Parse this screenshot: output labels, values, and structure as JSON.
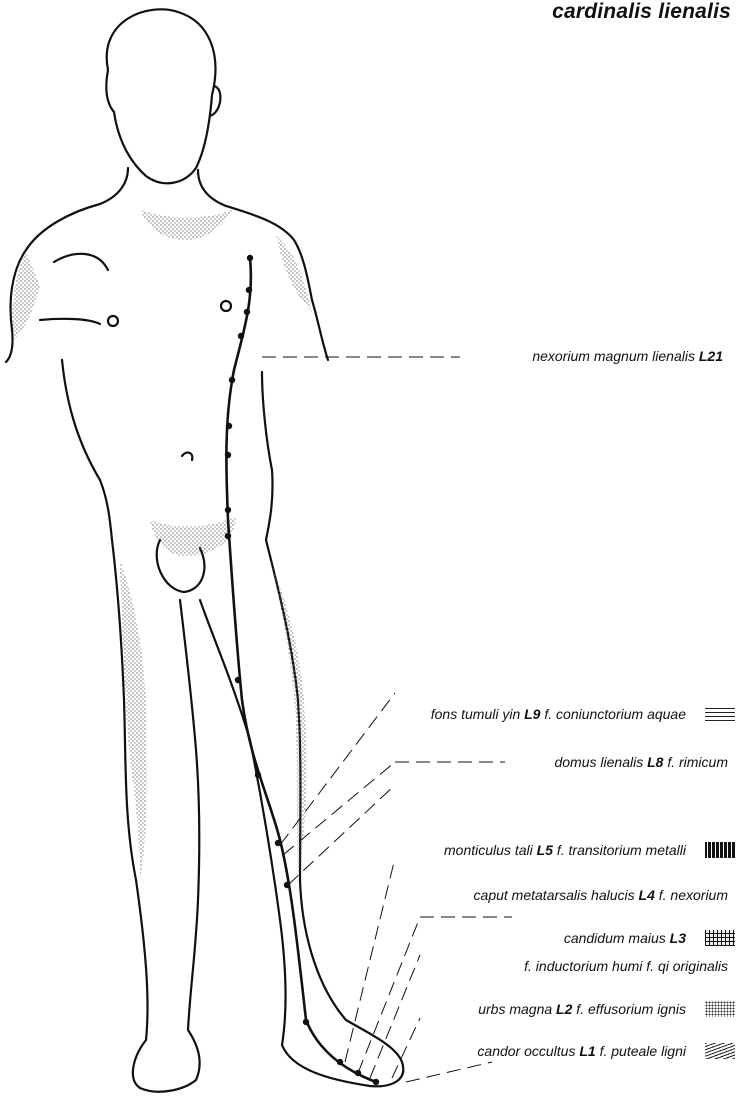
{
  "title": "cardinalis lienalis",
  "points": [
    {
      "name": "nexorium magnum lienalis",
      "code": "L21",
      "note": "",
      "swatch": ""
    },
    {
      "name": "fons tumuli yin",
      "code": "L9",
      "note": "f. coniunctorium aquae",
      "swatch": "wave"
    },
    {
      "name": "domus lienalis",
      "code": "L8",
      "note": "f. rimicum",
      "swatch": ""
    },
    {
      "name": "monticulus tali",
      "code": "L5",
      "note": "f. transitorium metalli",
      "swatch": "dense"
    },
    {
      "name": "caput metatarsalis halucis",
      "code": "L4",
      "note": "f. nexorium",
      "swatch": ""
    },
    {
      "name": "candidum maius",
      "code": "L3",
      "note": "f. inductorium humi f. qi originalis",
      "swatch": "grid"
    },
    {
      "name": "urbs magna",
      "code": "L2",
      "note": "f. effusorium ignis",
      "swatch": "dots"
    },
    {
      "name": "candor occultus",
      "code": "L1",
      "note": "f. puteale ligni",
      "swatch": "stripe"
    }
  ]
}
